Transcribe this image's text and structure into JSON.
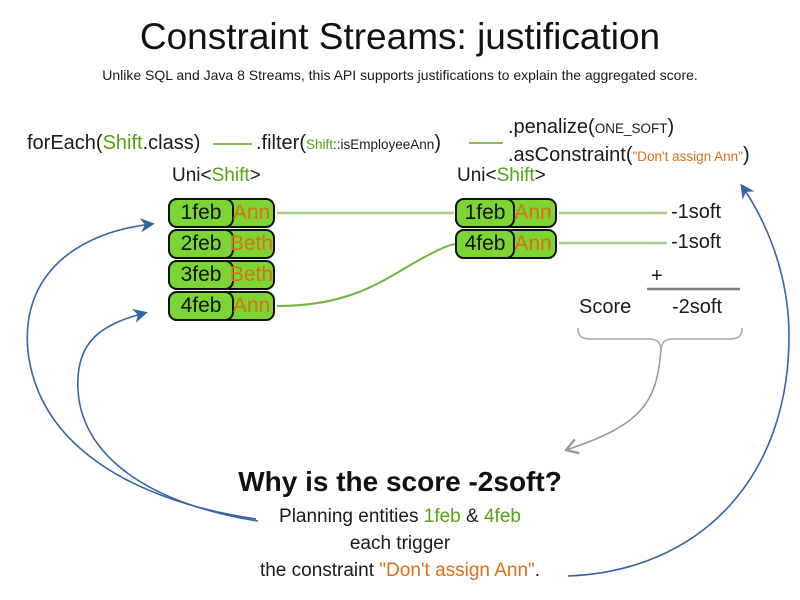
{
  "title": "Constraint Streams: justification",
  "subtitle": "Unlike SQL and Java 8 Streams, this API supports justifications to explain the aggregated score.",
  "code": {
    "foreach": {
      "prefix": "forEach(",
      "arg": "Shift",
      "suffix": ".class)"
    },
    "filter": {
      "prefix": ".filter(",
      "arg_class": "Shift",
      "arg_method": "::isEmployeeAnn",
      "suffix": ")"
    },
    "penalize": {
      "prefix": ".penalize(",
      "arg": "ONE_SOFT",
      "suffix": ")"
    },
    "as_constraint": {
      "prefix": ".asConstraint(",
      "arg": "\"Don't assign Ann\"",
      "suffix": ")"
    }
  },
  "left_stream": {
    "type_prefix": "Uni<",
    "type_param": "Shift",
    "type_suffix": ">",
    "rows": [
      {
        "date": "1feb",
        "employee": "Ann"
      },
      {
        "date": "2feb",
        "employee": "Beth"
      },
      {
        "date": "3feb",
        "employee": "Beth"
      },
      {
        "date": "4feb",
        "employee": "Ann"
      }
    ]
  },
  "right_stream": {
    "type_prefix": "Uni<",
    "type_param": "Shift",
    "type_suffix": ">",
    "rows": [
      {
        "date": "1feb",
        "employee": "Ann"
      },
      {
        "date": "4feb",
        "employee": "Ann"
      }
    ]
  },
  "score_panel": {
    "penalties": [
      "-1soft",
      "-1soft"
    ],
    "plus_sign": "+",
    "score_label": "Score",
    "score_total": "-2soft"
  },
  "explanation": {
    "heading": "Why is the score -2soft?",
    "line1_prefix": "Planning entities ",
    "line1_entity1": "1feb",
    "line1_separator": " & ",
    "line1_entity2": "4feb",
    "line2": "each trigger",
    "line3_prefix": "the constraint ",
    "line3_constraint": "\"Don't assign Ann\"",
    "line3_suffix": "."
  },
  "colors": {
    "entity_fill_green": "#7CD435",
    "green_text": "#55A314",
    "orange_text": "#DD7014",
    "arrow_blue": "#3465A4",
    "connector_light_green": "#A8CE8C",
    "connector_green": "#74B33C",
    "annotation_gray": "#999999"
  }
}
